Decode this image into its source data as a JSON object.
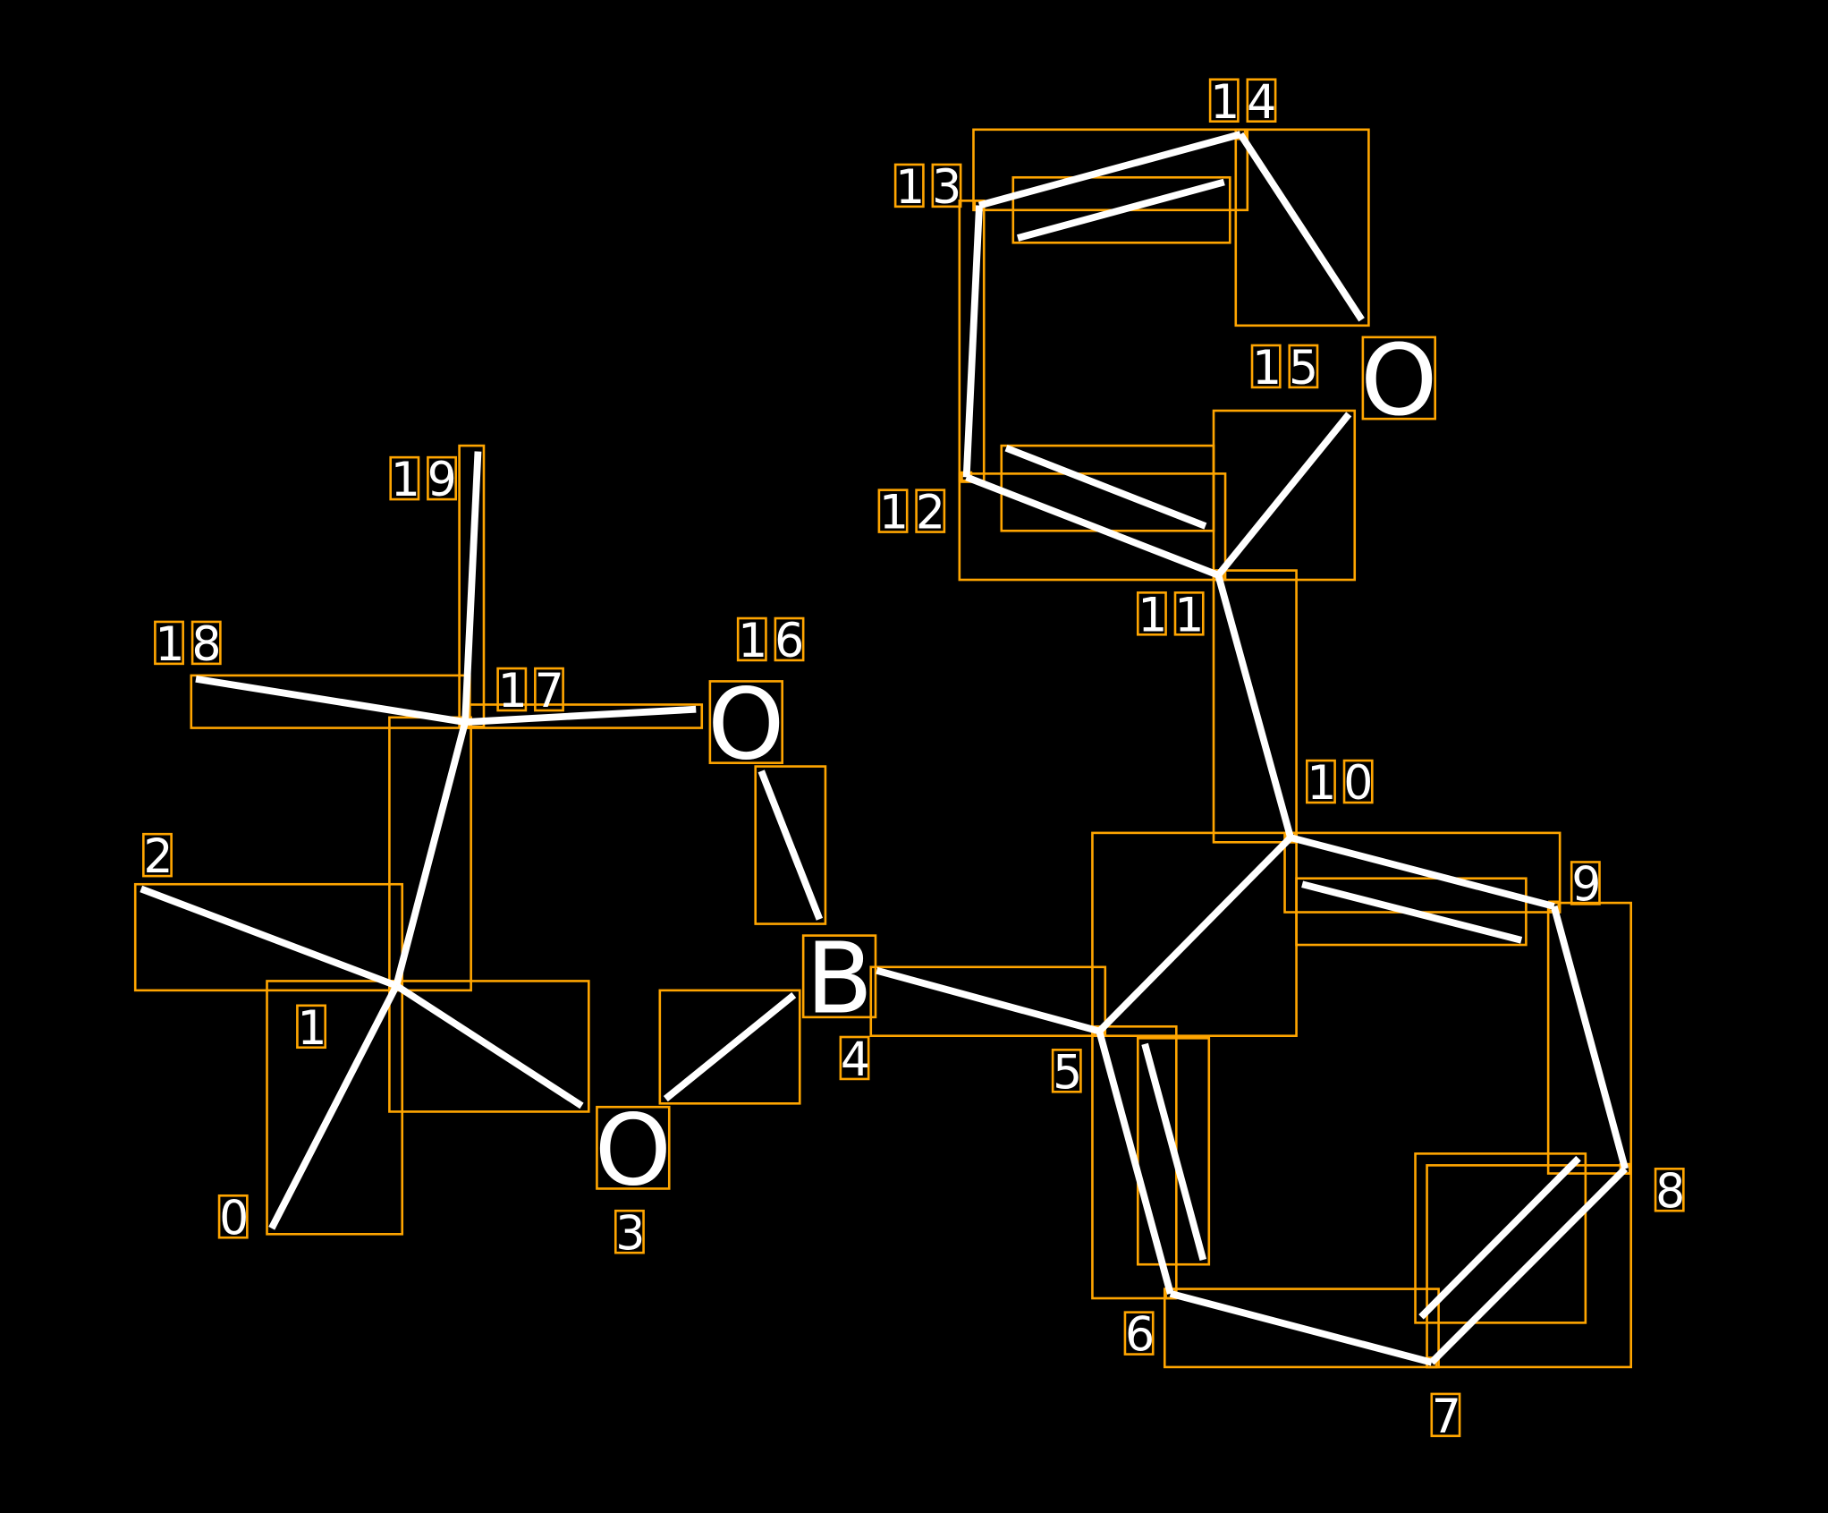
{
  "diagram": {
    "type": "molecule-annotation",
    "colors": {
      "background": "#000000",
      "bond": "#FFFFFF",
      "box": "#FFA500",
      "text": "#FFFFFF"
    },
    "atom_labels": [
      "O",
      "B",
      "O",
      "O"
    ],
    "index_labels": [
      "0",
      "1",
      "2",
      "3",
      "4",
      "5",
      "6",
      "7",
      "8",
      "9",
      "10",
      "11",
      "12",
      "13",
      "14",
      "15",
      "16",
      "17",
      "18",
      "19"
    ]
  }
}
